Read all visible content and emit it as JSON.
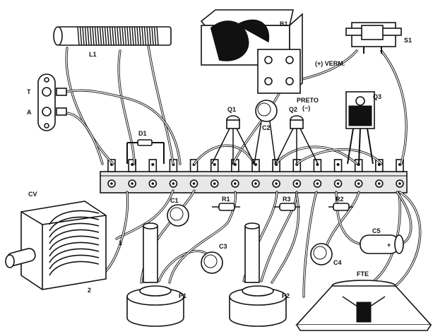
{
  "labels": {
    "l1": "L1",
    "b1": "B1",
    "s1": "S1",
    "t": "T",
    "a": "A",
    "d1": "D1",
    "q1": "Q1",
    "q2": "Q2",
    "q3": "Q3",
    "c2": "C2",
    "preto": "PRETO",
    "preto_sign": "(−)",
    "verm": "(+) VERM.",
    "cv": "CV",
    "c1": "C1",
    "r1": "R1",
    "r3": "R3",
    "r2": "R2",
    "c5": "C5",
    "c3": "C3",
    "c4": "C4",
    "fte": "FTE",
    "p1": "P1",
    "p2": "P2",
    "cv_pin1": "1",
    "cv_pin2": "2"
  },
  "terminal_strip": {
    "terminal_count": 15
  }
}
